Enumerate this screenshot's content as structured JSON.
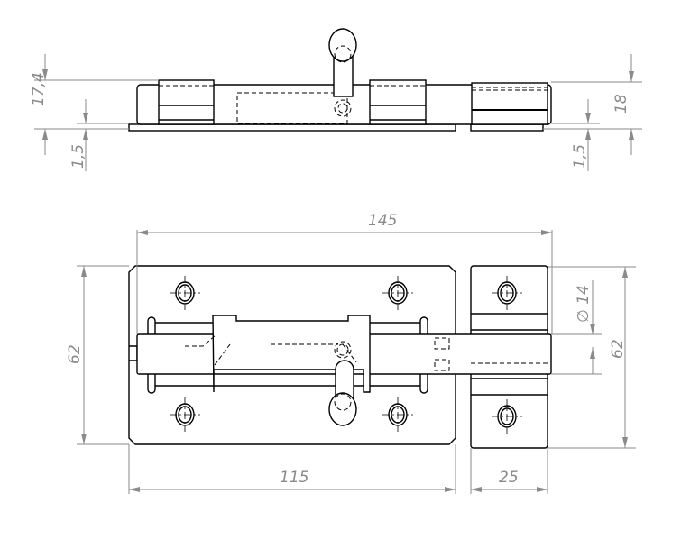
{
  "drawing": {
    "title": "Door bolt latch technical drawing",
    "top_view": {
      "dim_height_left": "17,4",
      "dim_plate_left": "1,5",
      "dim_height_right": "18",
      "dim_plate_right": "1,5"
    },
    "front_view": {
      "dim_total_length": "145",
      "dim_plate_height": "62",
      "dim_plate_length": "115",
      "dim_strike_width": "25",
      "dim_strike_height": "62",
      "dim_bolt_diameter": "∅ 14"
    }
  }
}
